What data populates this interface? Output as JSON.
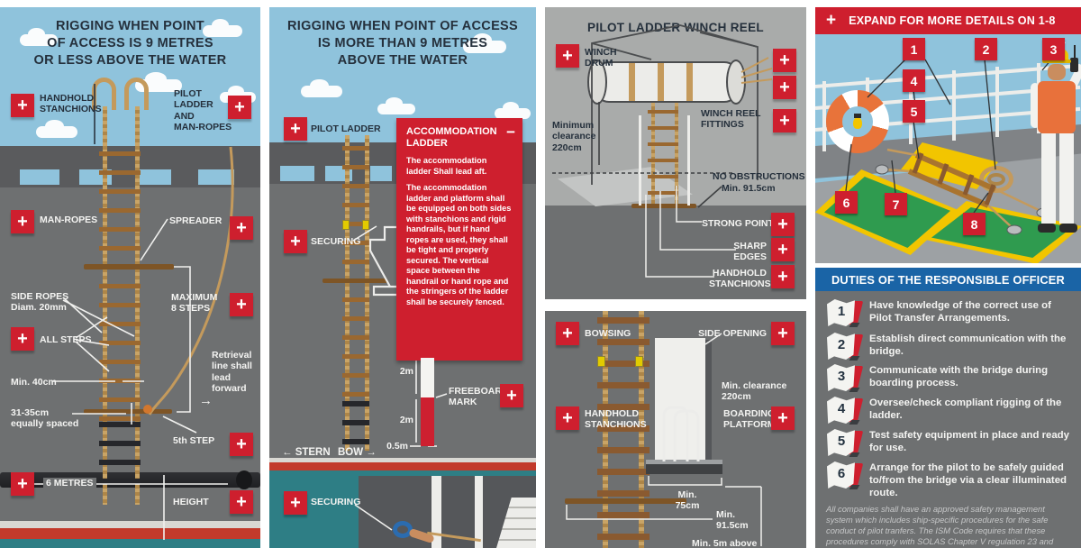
{
  "colors": {
    "accent_red": "#CE1F2E",
    "sky_blue": "#8FC3DC",
    "navy_text": "#25303C",
    "wall_gray": "#6E7071",
    "panel3_light_gray": "#A9ABAA",
    "water_teal": "#2E7E85",
    "hull_red": "#C23A2B",
    "duties_banner_blue": "#1A64A6"
  },
  "icons": {
    "plus": "+",
    "minus": "−",
    "arrow_right": "→"
  },
  "panel1": {
    "title": "RIGGING WHEN POINT\nOF ACCESS IS 9 METRES\nOR LESS ABOVE THE WATER",
    "labels": {
      "handhold_stanchions": "HANDHOLD\nSTANCHIONS",
      "pilot_ladder": "PILOT\nLADDER\nAND\nMAN-ROPES",
      "man_ropes": "MAN-ROPES",
      "spreader": "SPREADER",
      "side_ropes": "SIDE ROPES\nDiam. 20mm",
      "maximum_steps": "MAXIMUM\n8 STEPS",
      "all_steps": "ALL STEPS",
      "retrieval": "Retrieval\nline shall\nlead\nforward",
      "min_40": "Min. 40cm",
      "spacing": "31-35cm\nequally spaced",
      "fifth_step": "5th STEP",
      "six_metres": "6 METRES",
      "height": "HEIGHT"
    }
  },
  "panel2": {
    "title": "RIGGING WHEN POINT OF ACCESS\nIS MORE THAN 9 METRES\nABOVE THE WATER",
    "labels": {
      "pilot_ladder": "PILOT LADDER",
      "securing": "SECURING",
      "freeboard_mark": "FREEBOARD\nMARK",
      "two_m_upper": "2m",
      "two_m_lower": "2m",
      "half_m": "0.5m",
      "stern": "← STERN",
      "bow": "BOW →",
      "securing_bottom": "SECURING"
    },
    "accommodation": {
      "heading": "ACCOMMODATION\nLADDER",
      "para1": "The accommodation ladder Shall lead aft.",
      "para2": "The accommodation ladder and platform shall be equipped on both sides with stanchions and rigid handrails, but if hand ropes are used, they shall be tight and properly secured. The vertical space between the handrail or hand rope and the stringers of the ladder shall be securely fenced."
    }
  },
  "panel3": {
    "title": "PILOT LADDER WINCH REEL",
    "labels": {
      "winch_drum": "WINCH\nDRUM",
      "winch_reel_fittings": "WINCH REEL\nFITTINGS",
      "min_clearance": "Minimum\nclearance\n220cm",
      "no_obstructions": "NO OBSTRUCTIONS",
      "min_915": "Min. 91.5cm",
      "strong_point": "STRONG POINT",
      "sharp_edges": "SHARP\nEDGES",
      "handhold_stanchions": "HANDHOLD\nSTANCHIONS",
      "bowsing": "BOWSING",
      "side_opening": "SIDE OPENING",
      "min_clearance_2": "Min. clearance\n220cm",
      "handhold_stanchions_2": "HANDHOLD\nSTANCHIONS",
      "boarding_platform": "BOARDING\nPLATFORM",
      "min_75": "Min.\n75cm",
      "min_915_2": "Min.\n91.5cm",
      "min_5m": "Min. 5m above"
    }
  },
  "panel4": {
    "banner": "EXPAND FOR MORE DETAILS ON 1-8",
    "markers": [
      "1",
      "2",
      "3",
      "4",
      "5",
      "6",
      "7",
      "8"
    ],
    "duties_title": "DUTIES OF THE RESPONSIBLE OFFICER",
    "duties": [
      {
        "num": "1",
        "text": "Have knowledge of the correct use of Pilot Transfer Arrangements."
      },
      {
        "num": "2",
        "text": "Establish direct communication with the bridge."
      },
      {
        "num": "3",
        "text": "Communicate with the bridge during boarding process."
      },
      {
        "num": "4",
        "text": "Oversee/check compliant rigging of the ladder."
      },
      {
        "num": "5",
        "text": "Test safety equipment in place and ready for use."
      },
      {
        "num": "6",
        "text": "Arrange for the pilot to be safely guided to/from the bridge via a clear illuminated route."
      }
    ],
    "footnote": "All companies shall have an approved safety management system which includes ship-specific procedures for the safe conduct of pilot tranfers. The ISM Code requires that these procedures comply with SOLAS Chapter V regulation 23 and conform to IMO recommendations, international standards"
  }
}
